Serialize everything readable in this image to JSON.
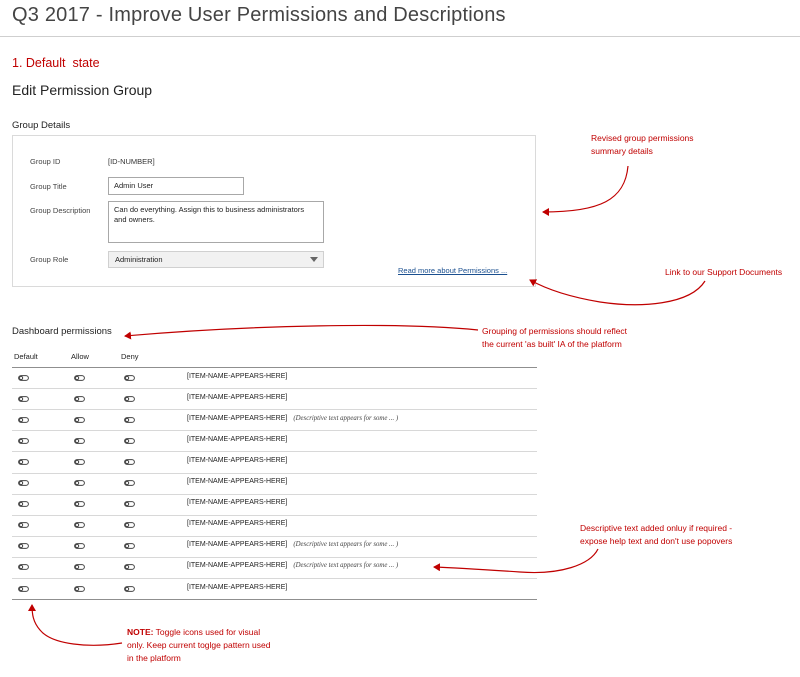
{
  "page_title": "Q3 2017 - Improve User Permissions and Descriptions",
  "state_label": "1. Default  state",
  "heading": "Edit Permission Group",
  "group_details": {
    "section_label": "Group Details",
    "group_id": {
      "label": "Group ID",
      "value": "[ID-NUMBER]"
    },
    "group_title": {
      "label": "Group Title",
      "value": "Admin User"
    },
    "group_description": {
      "label": "Group Description",
      "value": "Can do everything. Assign this to business administrators and owners."
    },
    "group_role": {
      "label": "Group Role",
      "value": "Administration"
    },
    "support_link": "Read more about Permissions ..."
  },
  "dashboard_permissions": {
    "heading": "Dashboard permissions",
    "columns": [
      "Default",
      "Allow",
      "Deny"
    ],
    "rows": [
      {
        "name": "[ITEM-NAME-APPEARS-HERE]",
        "desc": ""
      },
      {
        "name": "[ITEM-NAME-APPEARS-HERE]",
        "desc": ""
      },
      {
        "name": "[ITEM-NAME-APPEARS-HERE]",
        "desc": "(Descriptive text appears for some ... )"
      },
      {
        "name": "[ITEM-NAME-APPEARS-HERE]",
        "desc": ""
      },
      {
        "name": "[ITEM-NAME-APPEARS-HERE]",
        "desc": ""
      },
      {
        "name": "[ITEM-NAME-APPEARS-HERE]",
        "desc": ""
      },
      {
        "name": "[ITEM-NAME-APPEARS-HERE]",
        "desc": ""
      },
      {
        "name": "[ITEM-NAME-APPEARS-HERE]",
        "desc": ""
      },
      {
        "name": "[ITEM-NAME-APPEARS-HERE]",
        "desc": "(Descriptive text appears for some ... )"
      },
      {
        "name": "[ITEM-NAME-APPEARS-HERE]",
        "desc": "(Descriptive text appears for some ... )"
      },
      {
        "name": "[ITEM-NAME-APPEARS-HERE]",
        "desc": ""
      }
    ]
  },
  "annotations": {
    "summary_line1": "Revised group permissions",
    "summary_line2": "summary details",
    "support_docs": "Link to our Support Documents",
    "grouping_line1": "Grouping of permissions should reflect",
    "grouping_line2": "the current 'as built' IA of the platform",
    "descriptive_line1": "Descriptive text added onluy if required -",
    "descriptive_line2": "expose help text and don't use popovers",
    "note_label": "NOTE:",
    "note_line1": " Toggle icons used for visual",
    "note_line2": "only. Keep current toglge pattern used",
    "note_line3": "in the platform"
  },
  "colors": {
    "annotation": "#c00000",
    "link": "#1a4f8f"
  },
  "icons": {
    "toggle": "toggle-icon",
    "dropdown": "chevron-down-icon"
  }
}
